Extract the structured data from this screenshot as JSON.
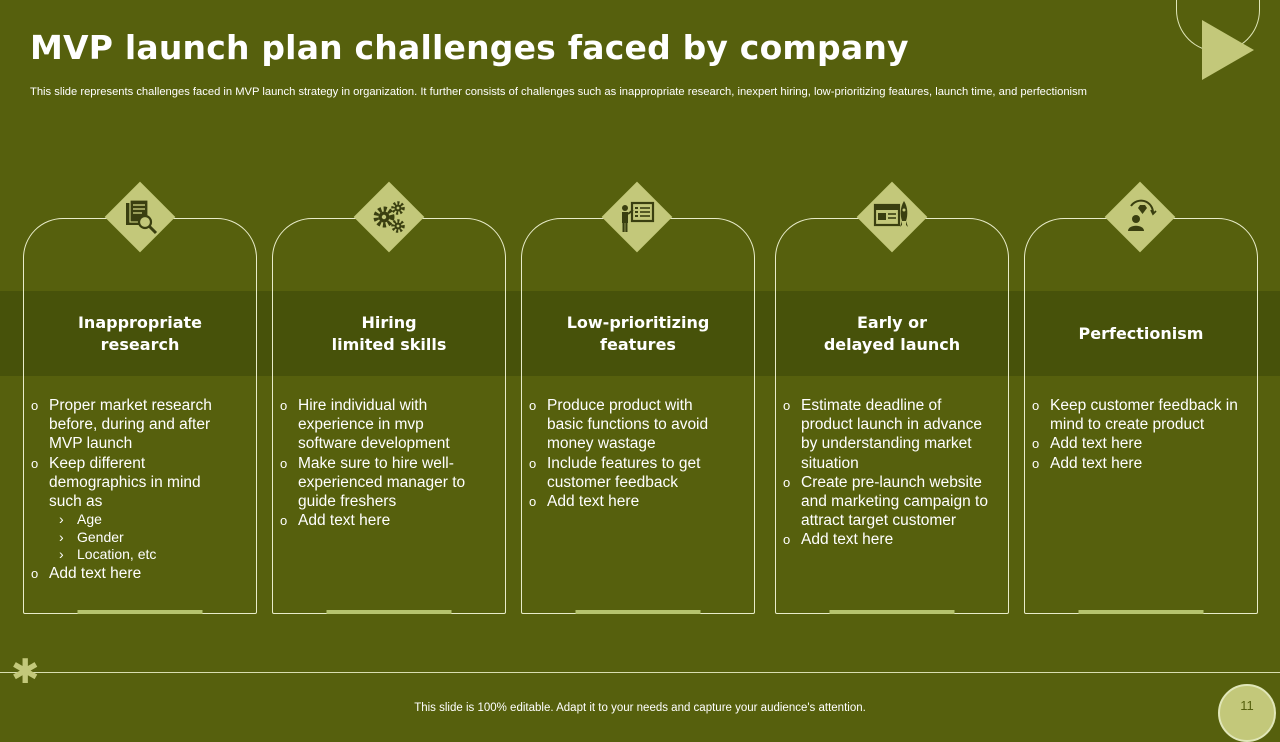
{
  "slide": {
    "title": "MVP launch plan challenges faced by company",
    "subtitle": "This slide represents challenges faced in MVP launch strategy in organization. It further consists of challenges such as inappropriate research, inexpert hiring, low-prioritizing features, launch time, and perfectionism",
    "footer": "This slide is 100% editable. Adapt it to your needs and capture your audience's attention.",
    "page_number": "11"
  },
  "colors": {
    "background": "#56600d",
    "band": "#47520a",
    "accent": "#c3c87a"
  },
  "cards": [
    {
      "icon": "research-document-magnifier-icon",
      "title": "Inappropriate\nresearch",
      "items": [
        {
          "text": "Proper market research before, during and after MVP launch"
        },
        {
          "text": "Keep different demographics in mind such as",
          "sub": [
            "Age",
            "Gender",
            "Location, etc"
          ]
        },
        {
          "text": "Add text here"
        }
      ]
    },
    {
      "icon": "gears-icon",
      "title": "Hiring\nlimited skills",
      "items": [
        {
          "text": "Hire individual with experience in mvp software development"
        },
        {
          "text": "Make sure to hire well-experienced manager to guide freshers"
        },
        {
          "text": "Add text here"
        }
      ]
    },
    {
      "icon": "presenter-board-icon",
      "title": "Low-prioritizing\nfeatures",
      "items": [
        {
          "text": "Produce product with basic functions to avoid money wastage"
        },
        {
          "text": "Include features to get customer feedback"
        },
        {
          "text": "Add text here"
        }
      ]
    },
    {
      "icon": "browser-rocket-icon",
      "title": "Early or\ndelayed launch",
      "items": [
        {
          "text": "Estimate deadline of product launch in advance by understanding market situation"
        },
        {
          "text": "Create pre-launch website and marketing campaign to attract target customer"
        },
        {
          "text": "Add text here"
        }
      ]
    },
    {
      "icon": "user-diamond-icon",
      "title": "Perfectionism",
      "items": [
        {
          "text": "Keep customer feedback in mind to create product"
        },
        {
          "text": "Add text here"
        },
        {
          "text": "Add text here"
        }
      ]
    }
  ]
}
